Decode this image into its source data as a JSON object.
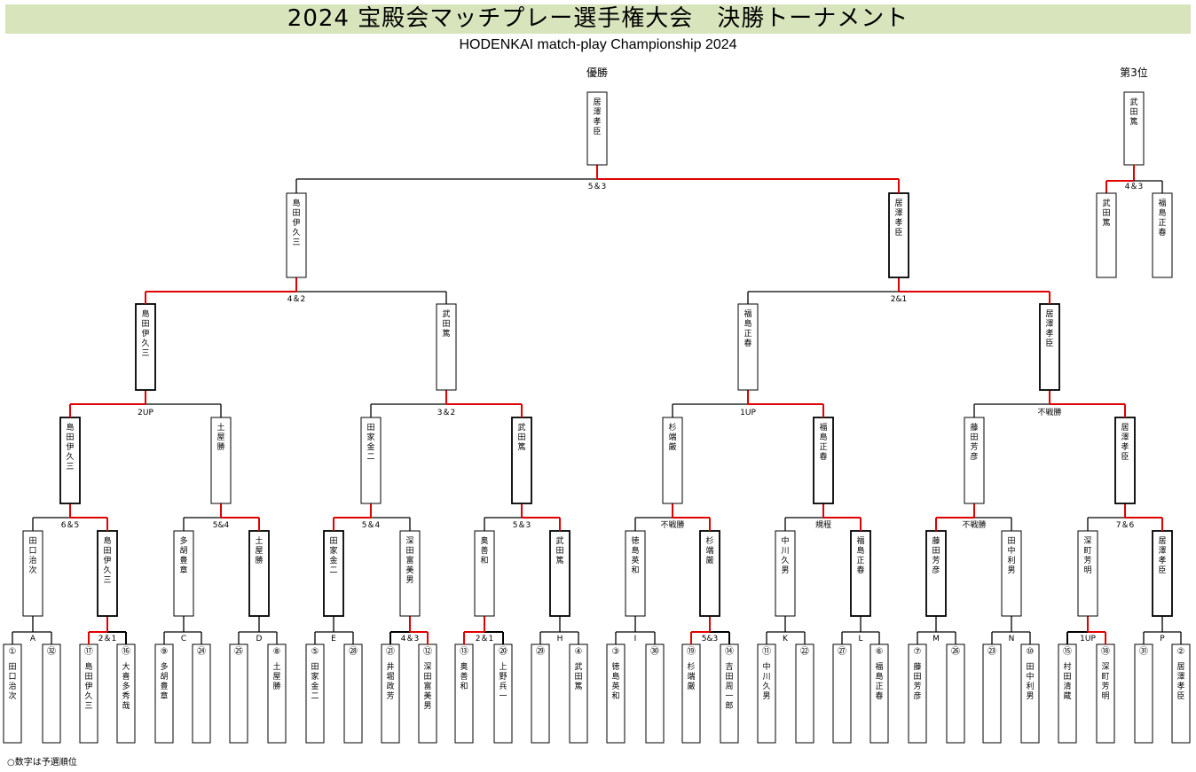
{
  "title": "2024 宝殿会マッチプレー選手権大会　決勝トーナメント",
  "subtitle": "HODENKAI match-play Championship  2024",
  "footnote": "○数字は予選順位",
  "colors": {
    "winner_line": "#e00000",
    "line": "#000000",
    "banner": "#d8e4bc"
  },
  "champion": {
    "label": "優勝",
    "name": "居澤孝臣",
    "score": "5＆3"
  },
  "third_place": {
    "label": "第3位",
    "name": "武田篤",
    "score": "4＆3",
    "left": "武田篤",
    "right": "福島正春"
  },
  "round1": [
    {
      "group": "A",
      "score": "",
      "left": {
        "seed": "①",
        "name": "田口治次"
      },
      "right": {
        "seed": "㉜",
        "name": ""
      },
      "winner": "left"
    },
    {
      "group": "",
      "score": "2＆1",
      "left": {
        "seed": "⑰",
        "name": "島田伊久三"
      },
      "right": {
        "seed": "⑯",
        "name": "大喜多秀哉"
      },
      "winner": "left"
    },
    {
      "group": "C",
      "score": "",
      "left": {
        "seed": "⑨",
        "name": "多胡豊章"
      },
      "right": {
        "seed": "㉔",
        "name": ""
      },
      "winner": "left"
    },
    {
      "group": "D",
      "score": "",
      "left": {
        "seed": "㉕",
        "name": ""
      },
      "right": {
        "seed": "⑧",
        "name": "土屋勝"
      },
      "winner": "right"
    },
    {
      "group": "E",
      "score": "",
      "left": {
        "seed": "⑤",
        "name": "田家金二"
      },
      "right": {
        "seed": "㉘",
        "name": ""
      },
      "winner": "left"
    },
    {
      "group": "",
      "score": "4＆3",
      "left": {
        "seed": "㉑",
        "name": "井堀政芳"
      },
      "right": {
        "seed": "⑫",
        "name": "深田富美男"
      },
      "winner": "right"
    },
    {
      "group": "",
      "score": "2＆1",
      "left": {
        "seed": "⑬",
        "name": "奥善和"
      },
      "right": {
        "seed": "⑳",
        "name": "上野兵一"
      },
      "winner": "left"
    },
    {
      "group": "H",
      "score": "",
      "left": {
        "seed": "㉙",
        "name": ""
      },
      "right": {
        "seed": "④",
        "name": "武田篤"
      },
      "winner": "right"
    },
    {
      "group": "I",
      "score": "",
      "left": {
        "seed": "③",
        "name": "徳島英和"
      },
      "right": {
        "seed": "㉚",
        "name": ""
      },
      "winner": "left"
    },
    {
      "group": "",
      "score": "5&3",
      "left": {
        "seed": "⑲",
        "name": "杉端厳"
      },
      "right": {
        "seed": "⑭",
        "name": "吉田周一郎"
      },
      "winner": "left"
    },
    {
      "group": "K",
      "score": "",
      "left": {
        "seed": "⑪",
        "name": "中川久男"
      },
      "right": {
        "seed": "㉒",
        "name": ""
      },
      "winner": "left"
    },
    {
      "group": "L",
      "score": "",
      "left": {
        "seed": "㉗",
        "name": ""
      },
      "right": {
        "seed": "⑥",
        "name": "福島正春"
      },
      "winner": "right"
    },
    {
      "group": "M",
      "score": "",
      "left": {
        "seed": "⑦",
        "name": "藤田芳彦"
      },
      "right": {
        "seed": "㉖",
        "name": ""
      },
      "winner": "left"
    },
    {
      "group": "N",
      "score": "",
      "left": {
        "seed": "㉓",
        "name": ""
      },
      "right": {
        "seed": "⑩",
        "name": "田中利男"
      },
      "winner": "right"
    },
    {
      "group": "",
      "score": "1UP",
      "left": {
        "seed": "⑮",
        "name": "村田清蔵"
      },
      "right": {
        "seed": "⑱",
        "name": "深町芳明"
      },
      "winner": "right"
    },
    {
      "group": "P",
      "score": "",
      "left": {
        "seed": "㉛",
        "name": ""
      },
      "right": {
        "seed": "②",
        "name": "居澤孝臣"
      },
      "winner": "right"
    }
  ],
  "round2": [
    {
      "score": "6＆5",
      "left": "田口治次",
      "right": "島田伊久三",
      "winner": "right"
    },
    {
      "score": "5&4",
      "left": "多胡豊章",
      "right": "土屋勝",
      "winner": "right"
    },
    {
      "score": "5＆4",
      "left": "田家金二",
      "right": "深田富美男",
      "winner": "left"
    },
    {
      "score": "5＆3",
      "left": "奥善和",
      "right": "武田篤",
      "winner": "right"
    },
    {
      "score": "不戦勝",
      "left": "徳島英和",
      "right": "杉端厳",
      "winner": "right"
    },
    {
      "score": "規程",
      "left": "中川久男",
      "right": "福島正春",
      "winner": "right"
    },
    {
      "score": "不戦勝",
      "left": "藤田芳彦",
      "right": "田中利男",
      "winner": "left"
    },
    {
      "score": "7＆6",
      "left": "深町芳明",
      "right": "居澤孝臣",
      "winner": "right"
    }
  ],
  "round3": [
    {
      "score": "2UP",
      "left": "島田伊久三",
      "right": "土屋勝",
      "winner": "left"
    },
    {
      "score": "3＆2",
      "left": "田家金二",
      "right": "武田篤",
      "winner": "right"
    },
    {
      "score": "1UP",
      "left": "杉端厳",
      "right": "福島正春",
      "winner": "right"
    },
    {
      "score": "不戦勝",
      "left": "藤田芳彦",
      "right": "居澤孝臣",
      "winner": "right"
    }
  ],
  "round4": [
    {
      "score": "4＆2",
      "left": "島田伊久三",
      "right": "武田篤",
      "winner": "left"
    },
    {
      "score": "2&1",
      "left": "福島正春",
      "right": "居澤孝臣",
      "winner": "right"
    }
  ],
  "round5": [
    {
      "score": "5＆3",
      "left": "島田伊久三",
      "right": "居澤孝臣",
      "winner": "right"
    }
  ]
}
